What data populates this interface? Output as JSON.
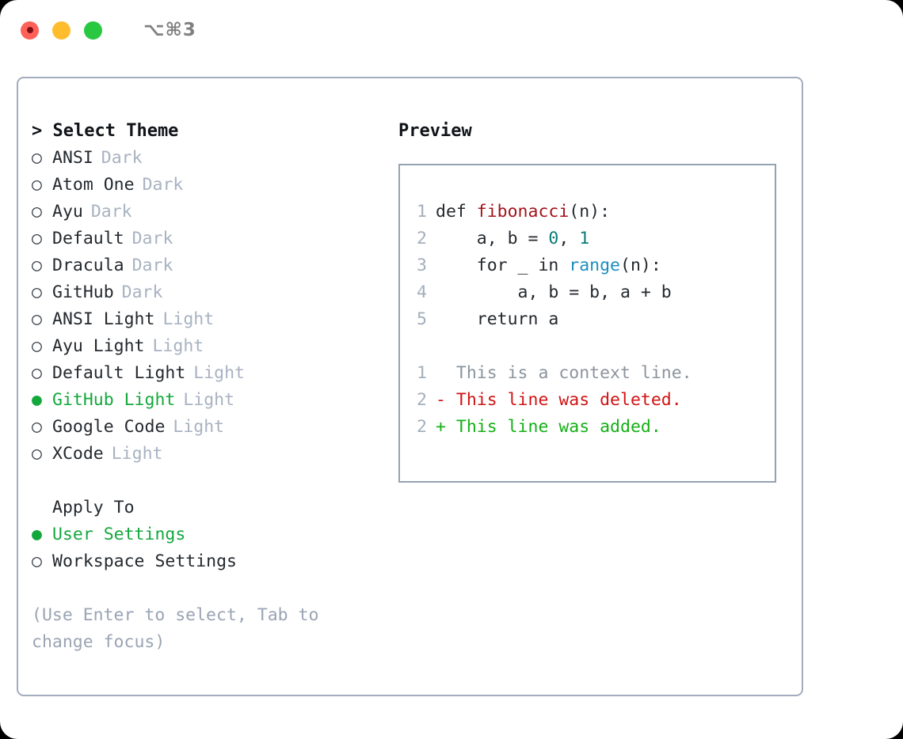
{
  "window": {
    "shortcut": "⌥⌘3",
    "traffic_lights": [
      "close-red",
      "minimize-yellow",
      "maximize-green"
    ],
    "colors": {
      "red": "#ff6159",
      "yellow": "#ffbd2e",
      "green": "#28c840",
      "accent_green": "#14a83c",
      "panel_border": "#a3adbd",
      "preview_border": "#94a3b3",
      "muted": "#a8b2c1"
    }
  },
  "select_theme": {
    "heading": "> Select Theme",
    "bullet_unselected": "○",
    "bullet_selected": "●",
    "items": [
      {
        "label": "ANSI",
        "tag": "Dark",
        "selected": false
      },
      {
        "label": "Atom One",
        "tag": "Dark",
        "selected": false
      },
      {
        "label": "Ayu",
        "tag": "Dark",
        "selected": false
      },
      {
        "label": "Default",
        "tag": "Dark",
        "selected": false
      },
      {
        "label": "Dracula",
        "tag": "Dark",
        "selected": false
      },
      {
        "label": "GitHub",
        "tag": "Dark",
        "selected": false
      },
      {
        "label": "ANSI Light",
        "tag": "Light",
        "selected": false
      },
      {
        "label": "Ayu Light",
        "tag": "Light",
        "selected": false
      },
      {
        "label": "Default Light",
        "tag": "Light",
        "selected": false
      },
      {
        "label": "GitHub Light",
        "tag": "Light",
        "selected": true
      },
      {
        "label": "Google Code",
        "tag": "Light",
        "selected": false
      },
      {
        "label": "XCode",
        "tag": "Light",
        "selected": false
      }
    ]
  },
  "apply_to": {
    "heading": "Apply To",
    "items": [
      {
        "label": "User Settings",
        "selected": true
      },
      {
        "label": "Workspace Settings",
        "selected": false
      }
    ]
  },
  "hint": "(Use Enter to select, Tab to change focus)",
  "preview": {
    "title": "Preview",
    "code_lines": [
      {
        "num": "1",
        "parts": [
          {
            "text": "def ",
            "style": "plain"
          },
          {
            "text": "fibonacci",
            "style": "fn"
          },
          {
            "text": "(n):",
            "style": "plain"
          }
        ]
      },
      {
        "num": "2",
        "parts": [
          {
            "text": "    a, b = ",
            "style": "plain"
          },
          {
            "text": "0",
            "style": "num"
          },
          {
            "text": ", ",
            "style": "plain"
          },
          {
            "text": "1",
            "style": "num"
          }
        ]
      },
      {
        "num": "3",
        "parts": [
          {
            "text": "    for _ in ",
            "style": "plain"
          },
          {
            "text": "range",
            "style": "call"
          },
          {
            "text": "(n):",
            "style": "plain"
          }
        ]
      },
      {
        "num": "4",
        "parts": [
          {
            "text": "        a, b = b, a + b",
            "style": "plain"
          }
        ]
      },
      {
        "num": "5",
        "parts": [
          {
            "text": "    return a",
            "style": "plain"
          }
        ]
      }
    ],
    "diff_lines": [
      {
        "num": "1",
        "marker": "  ",
        "text": "This is a context line.",
        "kind": "context"
      },
      {
        "num": "2",
        "marker": "- ",
        "text": "This line was deleted.",
        "kind": "deleted"
      },
      {
        "num": "2",
        "marker": "+ ",
        "text": "This line was added.",
        "kind": "added"
      }
    ]
  }
}
